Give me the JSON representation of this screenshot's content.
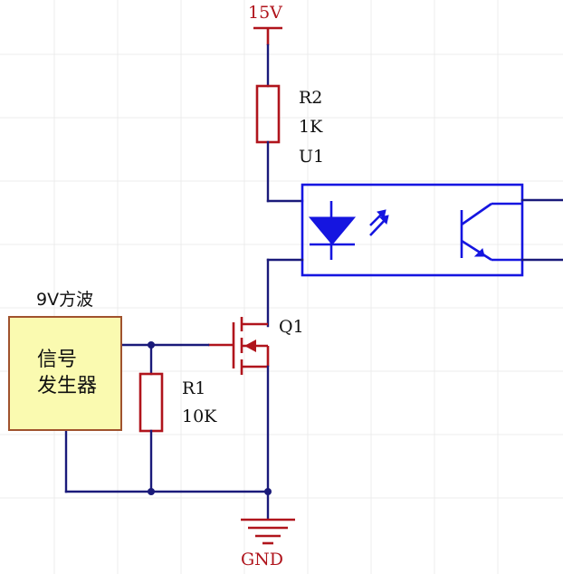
{
  "labels": {
    "supply": "15V",
    "r2_name": "R2",
    "r2_value": "1K",
    "u1_name": "U1",
    "q1_name": "Q1",
    "r1_name": "R1",
    "r1_value": "10K",
    "gnd": "GND",
    "signal_note": "9V方波",
    "generator_line1": "信号",
    "generator_line2": "发生器"
  },
  "colors": {
    "wire": "#1a1a7a",
    "component": "#b0141c",
    "optocoupler": "#1515e0",
    "generator_fill": "#fafab0",
    "generator_border": "#a0522d"
  }
}
